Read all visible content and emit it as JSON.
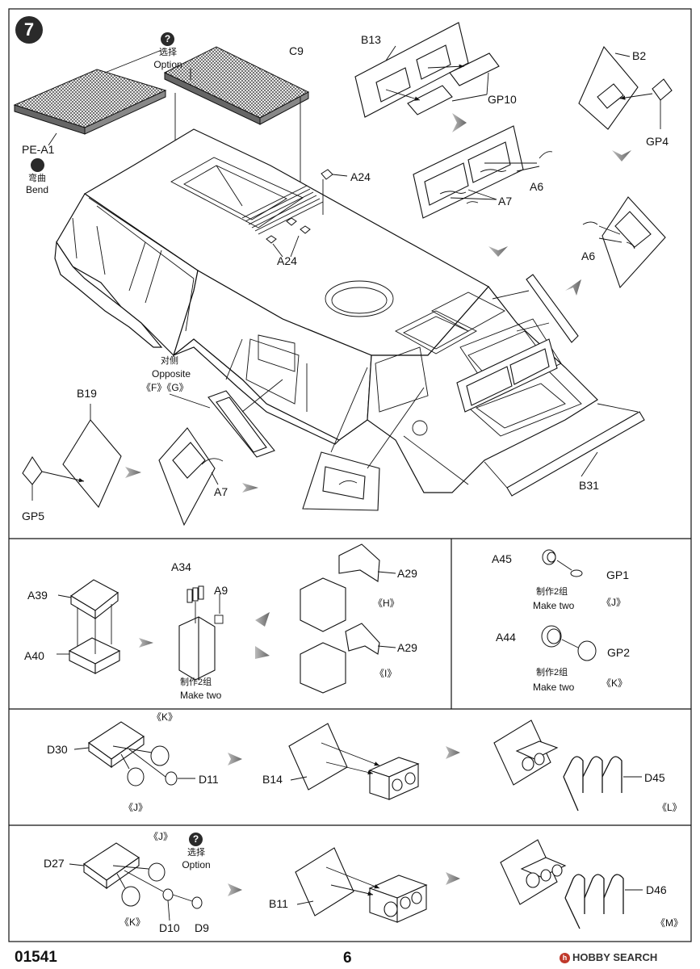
{
  "step": {
    "number": "7"
  },
  "labels": {
    "option_cn": "选择",
    "option_en": "Option",
    "c9": "C9",
    "b13": "B13",
    "b2": "B2",
    "gp10": "GP10",
    "gp4": "GP4",
    "pe_a1": "PE-A1",
    "bend_cn": "弯曲",
    "bend_en": "Bend",
    "a24_top": "A24",
    "a24_bottom": "A24",
    "a6_upper": "A6",
    "a6_lower": "A6",
    "a7_upper": "A7",
    "a7_lower": "A7",
    "opposite_cn": "对侧",
    "opposite_en": "Opposite",
    "opposite_ref": "《F》《G》",
    "b19": "B19",
    "gp5": "GP5",
    "b31": "B31",
    "a39": "A39",
    "a40": "A40",
    "a34": "A34",
    "a9": "A9",
    "a29_h": "A29",
    "a29_i": "A29",
    "ref_h": "《H》",
    "ref_i": "《I》",
    "make_two_cn": "制作2组",
    "make_two_en": "Make two",
    "a45": "A45",
    "gp1": "GP1",
    "ref_j": "《J》",
    "a44": "A44",
    "gp2": "GP2",
    "ref_k": "《K》",
    "d30": "D30",
    "d11": "D11",
    "b14": "B14",
    "d45": "D45",
    "ref_l": "《L》",
    "d27": "D27",
    "d10": "D10",
    "d9": "D9",
    "b11": "B11",
    "d46": "D46",
    "ref_m": "《M》"
  },
  "footer": {
    "code": "01541",
    "page": "6",
    "watermark": "HOBBY SEARCH"
  }
}
